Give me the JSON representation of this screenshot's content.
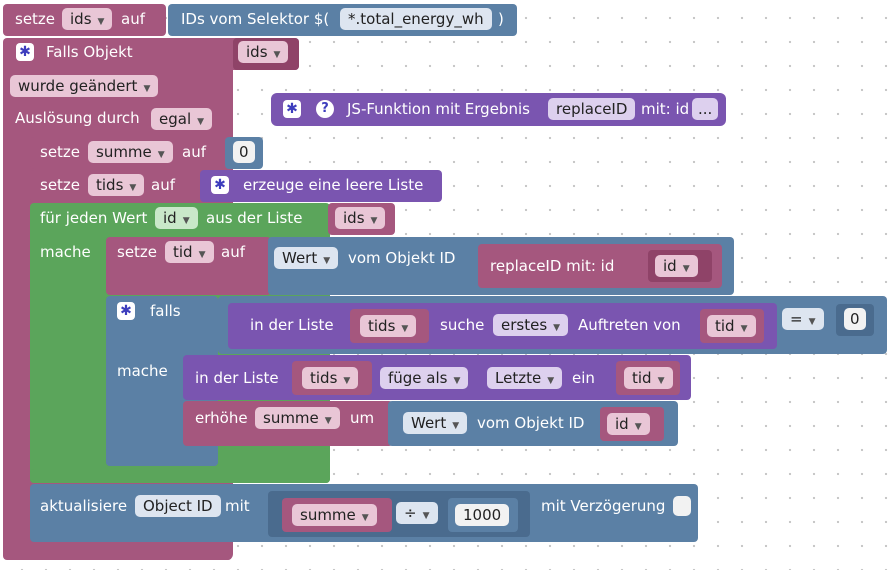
{
  "b1": {
    "setze": "setze",
    "var": "ids",
    "auf": "auf",
    "ids_selector": "IDs vom Selektor $(",
    "selector": "*.total_energy_wh",
    "close": ")"
  },
  "trigger": {
    "falls_objekt": "Falls Objekt",
    "ids": "ids",
    "wurde": "wurde geändert",
    "ausloesung": "Auslösung durch",
    "egal": "egal"
  },
  "jsfunc": {
    "text": "JS-Funktion mit Ergebnis",
    "name": "replaceID",
    "mit": "mit: id",
    "dots": "..."
  },
  "b2": {
    "setze": "setze",
    "var": "summe",
    "auf": "auf",
    "value": "0"
  },
  "b3": {
    "setze": "setze",
    "var": "tids",
    "auf": "auf",
    "create": "erzeuge eine leere Liste"
  },
  "loop": {
    "fuer": "für jeden Wert",
    "var": "id",
    "aus": "aus der Liste",
    "list": "ids",
    "mache": "mache"
  },
  "b4": {
    "setze": "setze",
    "var": "tid",
    "auf": "auf",
    "wert": "Wert",
    "vom": "vom Objekt ID",
    "replace": "replaceID  mit:  id",
    "id": "id"
  },
  "ifblk": {
    "falls": "falls",
    "in_liste": "in der Liste",
    "list": "tids",
    "suche": "suche",
    "erstes": "erstes",
    "auftreten": "Auftreten von",
    "tid": "tid",
    "op": "=",
    "value": "0",
    "mache": "mache"
  },
  "b5": {
    "in_liste": "in der Liste",
    "list": "tids",
    "fuege": "füge als",
    "letzte": "Letzte",
    "ein": "ein",
    "tid": "tid"
  },
  "b6": {
    "erhoehe": "erhöhe",
    "var": "summe",
    "um": "um",
    "wert": "Wert",
    "vom": "vom Objekt ID",
    "id": "id"
  },
  "b7": {
    "aktualisiere": "aktualisiere",
    "object": "Object ID",
    "mit": "mit",
    "summe": "summe",
    "op": "÷",
    "value": "1000",
    "verz": "mit Verzögerung"
  }
}
